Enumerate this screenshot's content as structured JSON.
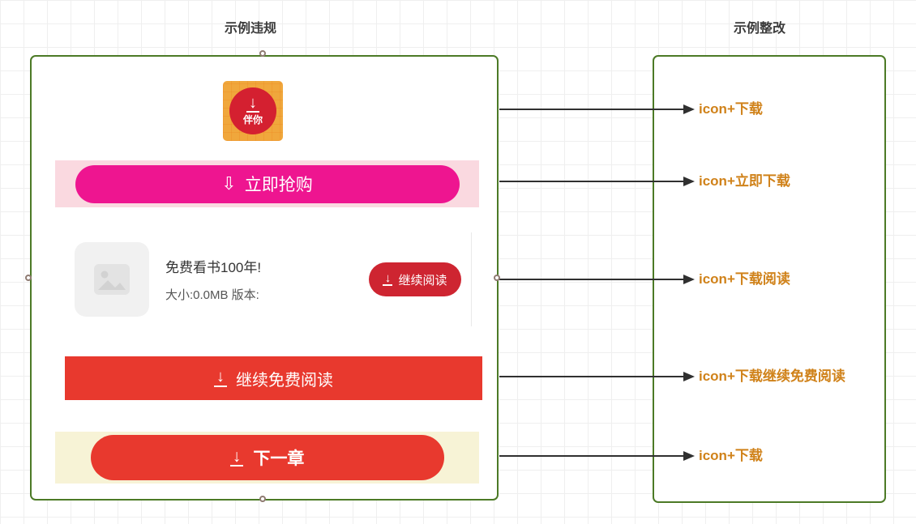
{
  "page": {
    "left_title": "示例违规",
    "right_title": "示例整改"
  },
  "icons": {
    "down_arrow": "↓",
    "outline_down_arrow": "⇩"
  },
  "violation": {
    "app_icon_label": "伴你",
    "buy_button_label": "立即抢购",
    "card": {
      "title": "免费看书100年!",
      "meta": "大小:0.0MB 版本:",
      "read_button_label": "继续阅读"
    },
    "banner_button_label": "继续免费阅读",
    "next_button_label": "下一章"
  },
  "rectification": {
    "labels": [
      "icon+下载",
      "icon+立即下载",
      "icon+下载阅读",
      "icon+下载继续免费阅读",
      "icon+下载"
    ]
  },
  "colors": {
    "box_border_green": "#4c7a26",
    "label_orange": "#d0821a",
    "buy_pink": "#ee1590",
    "buy_strip_pink": "#fad9e0",
    "read_red": "#ce2531",
    "banner_red": "#e8392e",
    "next_strip_cream": "#f7f3d6",
    "app_icon_yellow": "#f0a73c",
    "app_icon_circle_red": "#d42030",
    "arrow_black": "#303030"
  }
}
